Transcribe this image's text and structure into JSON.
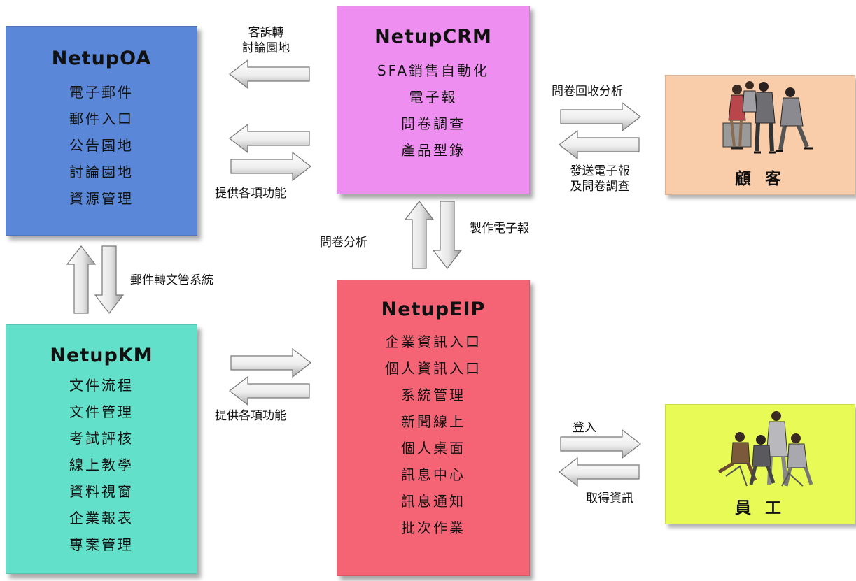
{
  "colors": {
    "oa": "#5b87d8",
    "crm": "#ee8ef0",
    "km": "#63e0c9",
    "eip": "#f56475",
    "customer": "#f9ccaa",
    "employee": "#e7fa55",
    "arrow_fill": "#f1f1f1",
    "arrow_stroke": "#777777"
  },
  "oa": {
    "title": "NetupOA",
    "items": [
      "電子郵件",
      "郵件入口",
      "公告園地",
      "討論園地",
      "資源管理"
    ]
  },
  "crm": {
    "title": "NetupCRM",
    "items": [
      "SFA銷售自動化",
      "電子報",
      "問卷調查",
      "產品型錄"
    ]
  },
  "km": {
    "title": "NetupKM",
    "items": [
      "文件流程",
      "文件管理",
      "考試評核",
      "線上教學",
      "資料視窗",
      "企業報表",
      "專案管理"
    ]
  },
  "eip": {
    "title": "NetupEIP",
    "items": [
      "企業資訊入口",
      "個人資訊入口",
      "系統管理",
      "新聞線上",
      "個人桌面",
      "訊息中心",
      "訊息通知",
      "批次作業"
    ]
  },
  "customer": {
    "label": "顧 客",
    "icon": "business-people-group"
  },
  "employee": {
    "label": "員 工",
    "icon": "staff-meeting-group"
  },
  "arrow_labels": {
    "crm_to_oa_line1": "客訴轉",
    "crm_to_oa_line2": "討論園地",
    "oa_crm_functions": "提供各項功能",
    "crm_customer_top": "問卷回收分析",
    "crm_customer_bottom_line1": "發送電子報",
    "crm_customer_bottom_line2": "及問卷調查",
    "oa_km": "郵件轉文管系統",
    "crm_eip_left": "問卷分析",
    "crm_eip_right": "製作電子報",
    "km_eip_functions": "提供各項功能",
    "eip_employee_top": "登入",
    "eip_employee_bottom": "取得資訊"
  }
}
